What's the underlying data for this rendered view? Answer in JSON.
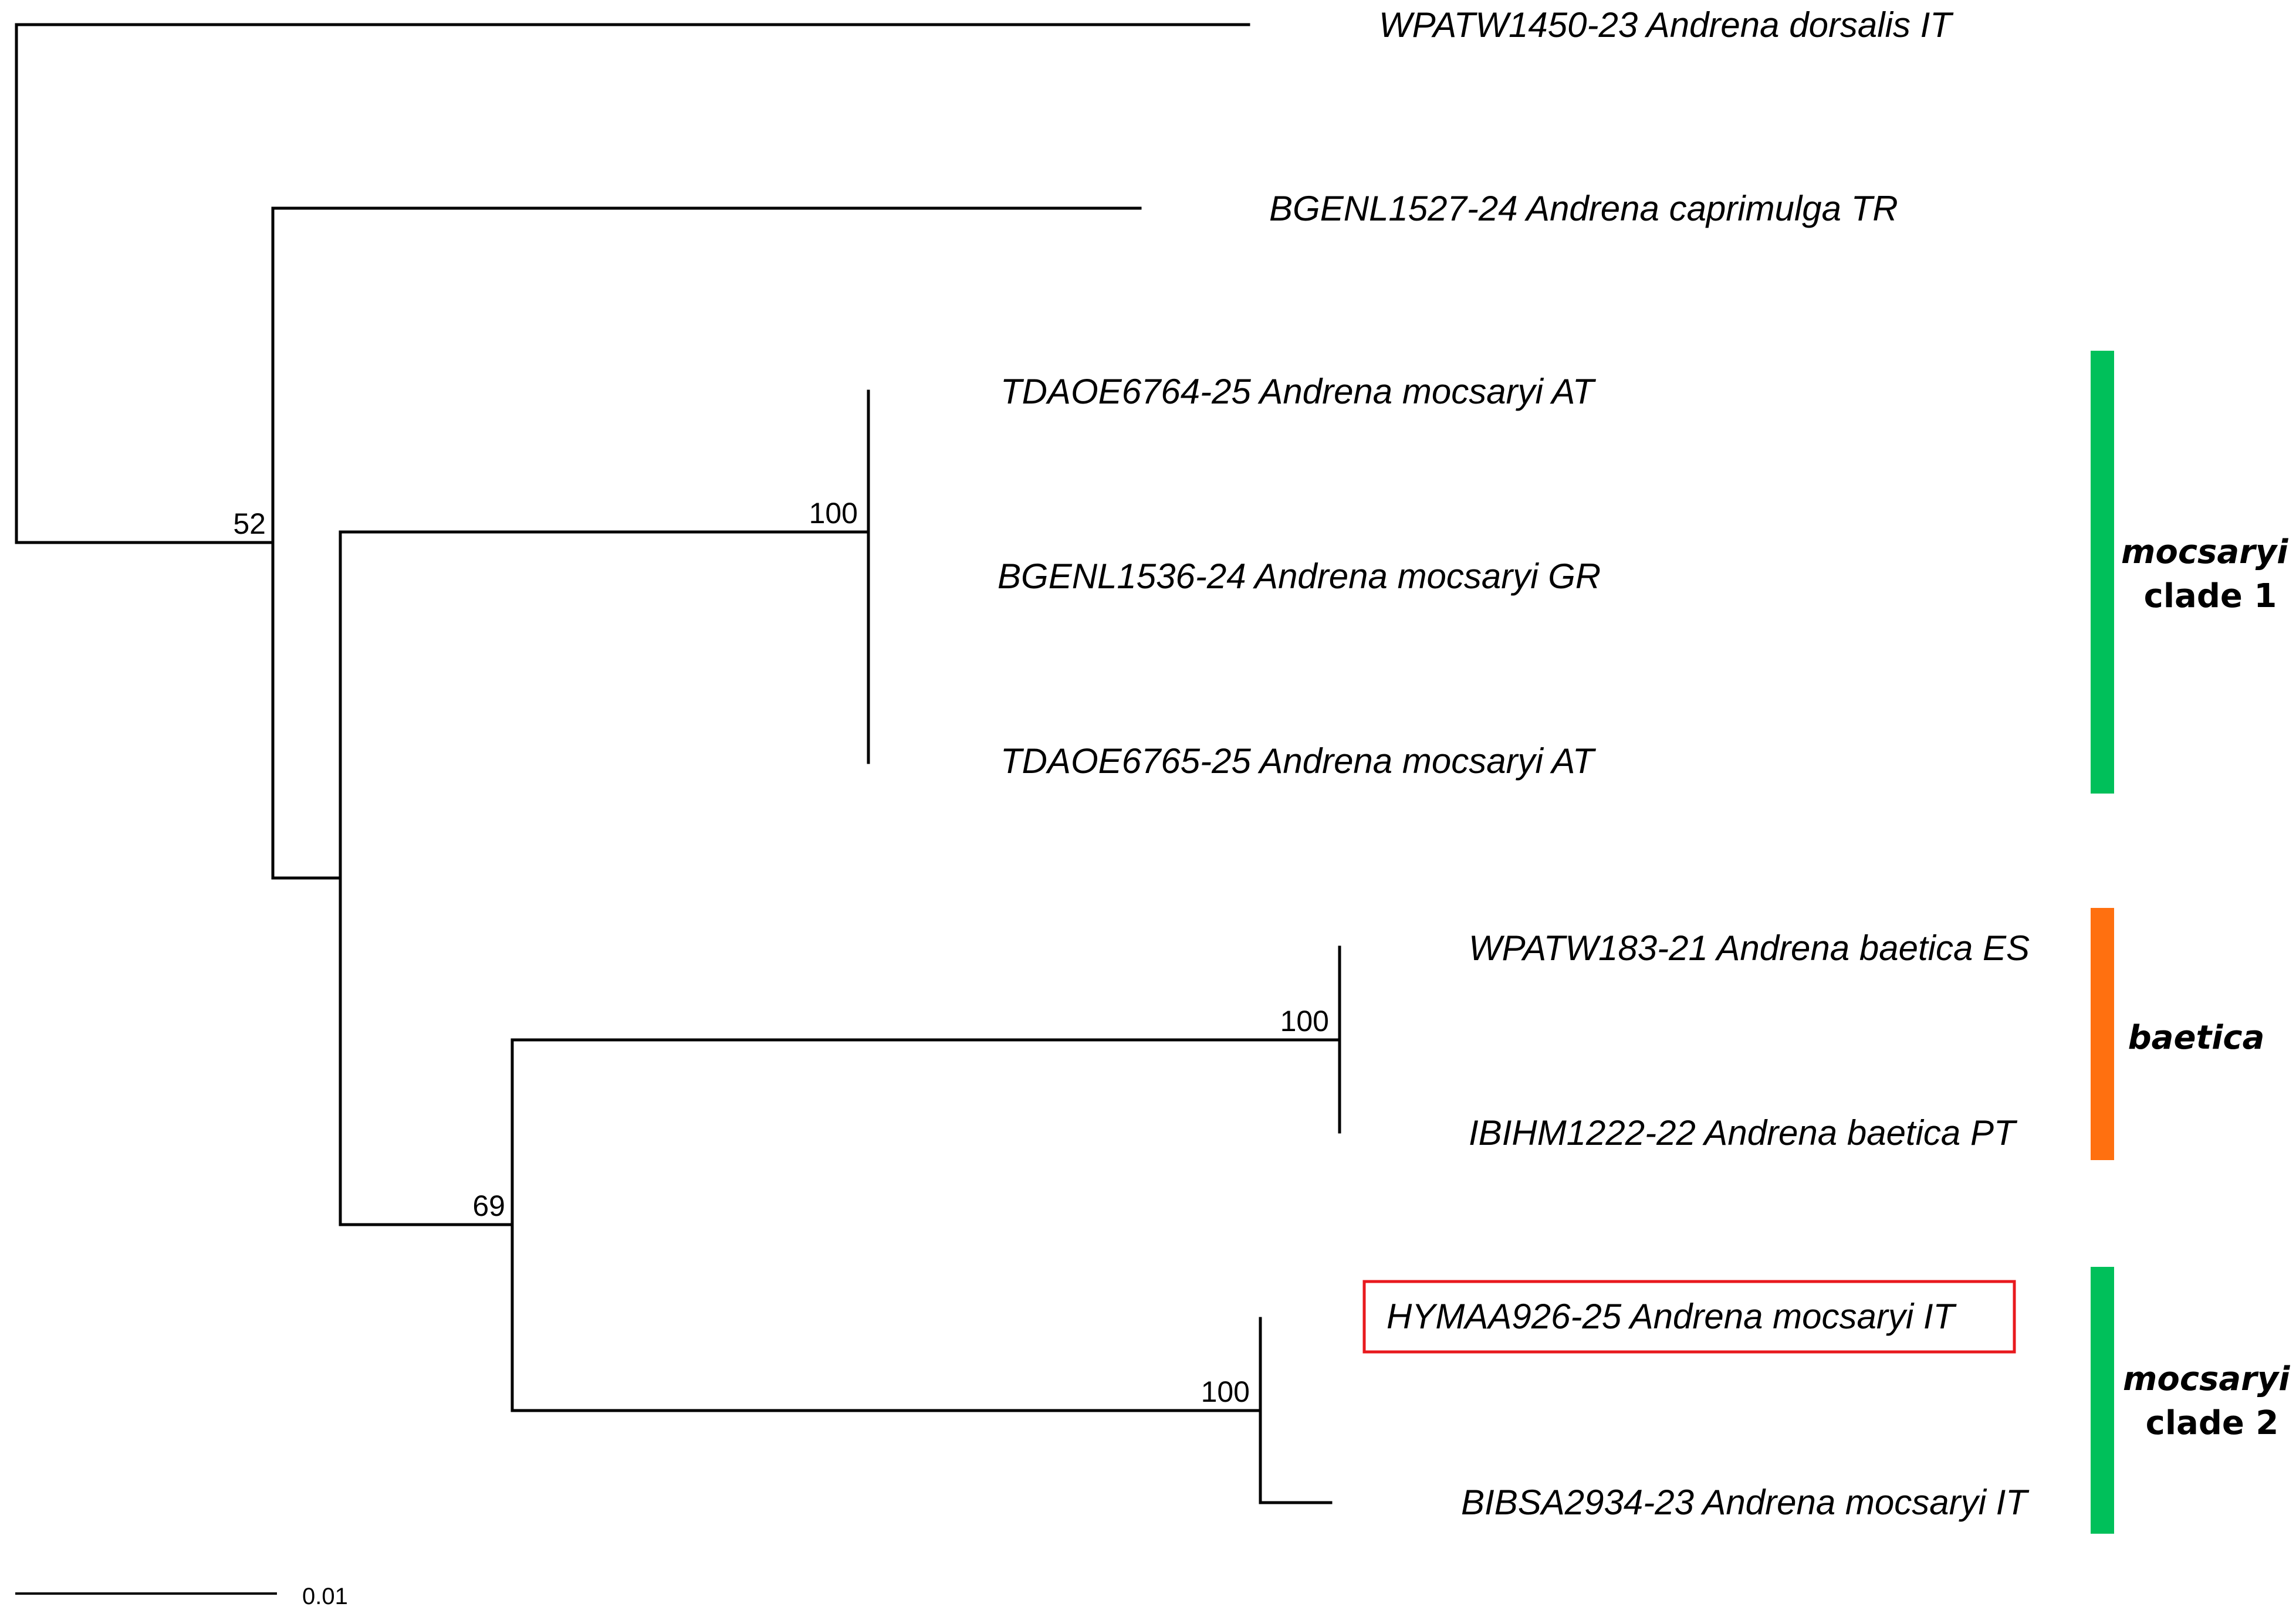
{
  "tips": [
    {
      "id": "dorsalis",
      "label": "WPATW1450-23 Andrena dorsalis IT"
    },
    {
      "id": "caprimulga",
      "label": "BGENL1527-24 Andrena caprimulga TR"
    },
    {
      "id": "tdaoe6764",
      "label": "TDAOE6764-25 Andrena mocsaryi AT"
    },
    {
      "id": "bgenl1536",
      "label": "BGENL1536-24 Andrena mocsaryi GR"
    },
    {
      "id": "tdaoe6765",
      "label": "TDAOE6765-25 Andrena mocsaryi AT"
    },
    {
      "id": "wpatw183",
      "label": "WPATW183-21 Andrena baetica ES"
    },
    {
      "id": "ibihm1222",
      "label": "IBIHM1222-22 Andrena baetica PT"
    },
    {
      "id": "hymaa926",
      "label": "HYMAA926-25 Andrena mocsaryi IT",
      "highlighted": true,
      "highlight_color": "#e8191e"
    },
    {
      "id": "bibsa2934",
      "label": "BIBSA2934-23 Andrena mocsaryi IT"
    }
  ],
  "support_values": [
    {
      "id": "node-52",
      "value": "52"
    },
    {
      "id": "node-69",
      "value": "69"
    },
    {
      "id": "node-mocsaryi-1",
      "value": "100"
    },
    {
      "id": "node-baetica",
      "value": "100"
    },
    {
      "id": "node-mocsaryi-2",
      "value": "100"
    }
  ],
  "clades": [
    {
      "id": "mocsaryi-clade-1",
      "name_italic": "mocsaryi",
      "name_rest": "clade 1",
      "color": "#00c05a"
    },
    {
      "id": "baetica",
      "name_italic": "baetica",
      "name_rest": "",
      "color": "#ff7010"
    },
    {
      "id": "mocsaryi-clade-2",
      "name_italic": "mocsaryi",
      "name_rest": "clade 2",
      "color": "#00c05a"
    }
  ],
  "scale_bar": {
    "label": "0.01"
  }
}
